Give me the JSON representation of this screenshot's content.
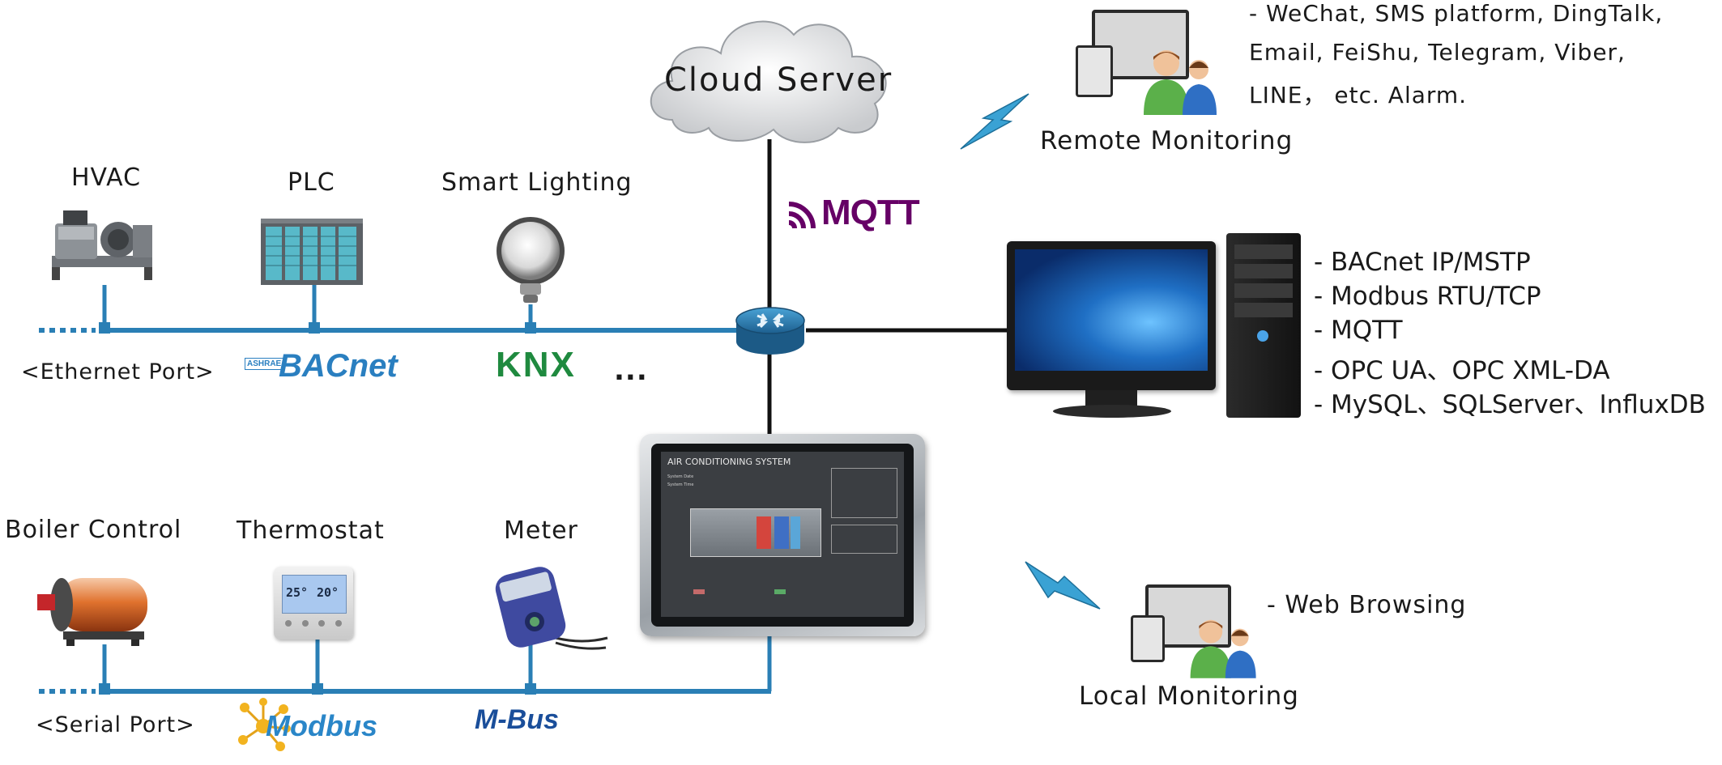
{
  "cloud": {
    "label": "Cloud Server"
  },
  "devices_top": [
    {
      "label": "HVAC"
    },
    {
      "label": "PLC"
    },
    {
      "label": "Smart Lighting"
    }
  ],
  "devices_bottom": [
    {
      "label": "Boiler Control"
    },
    {
      "label": "Thermostat"
    },
    {
      "label": "Meter"
    }
  ],
  "ports": {
    "ethernet": "<Ethernet Port>",
    "serial": "<Serial Port>"
  },
  "protocol_logos": {
    "bacnet": "BACnet",
    "bacnet_ashrae": "ASHRAE",
    "knx": "KNX",
    "modbus": "Modbus",
    "mbus": "M-Bus",
    "mqtt": "MQTT",
    "ellipsis": "..."
  },
  "remote": {
    "label": "Remote Monitoring",
    "lines": [
      "- WeChat, SMS platform, DingTalk,",
      "Email, FeiShu, Telegram, Viber,",
      "LINE， etc. Alarm."
    ]
  },
  "pc_features": [
    "- BACnet IP/MSTP",
    "- Modbus RTU/TCP",
    "- MQTT",
    "- OPC UA、OPC XML-DA",
    "- MySQL、SQLServer、InfluxDB"
  ],
  "local": {
    "label": "Local Monitoring",
    "line": "- Web Browsing"
  },
  "hmi": {
    "title": "AIR CONDITIONING SYSTEM",
    "system_date": "System Date",
    "system_time": "System Time"
  },
  "thermostat": {
    "temp1": "25°",
    "temp2": "20°"
  },
  "colors": {
    "bus": "#2a7fb5",
    "trunk": "#111111",
    "mqtt": "#660066",
    "bacnet": "#2a7fc0",
    "modbus": "#2a86c8",
    "mbus": "#1a4e9a"
  },
  "icons": {
    "router": "router-icon",
    "lightning": "lightning-icon",
    "users": "users-icon"
  }
}
